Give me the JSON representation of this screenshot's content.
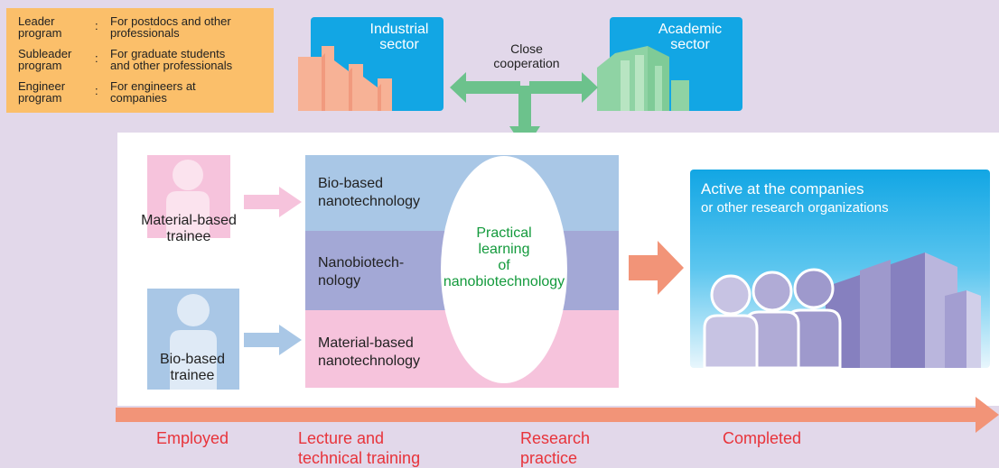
{
  "legend": {
    "rows": [
      {
        "name": "Leader\nprogram",
        "desc": "For postdocs and other\nprofessionals"
      },
      {
        "name": "Subleader\nprogram",
        "desc": "For graduate students\nand other professionals"
      },
      {
        "name": "Engineer\nprogram",
        "desc": "For engineers at\ncompanies"
      }
    ],
    "separator": ":"
  },
  "sectors": {
    "industrial": "Industrial\nsector",
    "academic": "Academic\nsector",
    "cooperation": "Close\ncooperation"
  },
  "trainees": {
    "material": "Material-based\ntrainee",
    "bio": "Bio-based\ntrainee"
  },
  "bands": [
    {
      "label": "Bio-based\nnanotechnology",
      "color": "#a9c7e6"
    },
    {
      "label": "Nanobiotech-\nnology",
      "color": "#a3a8d6"
    },
    {
      "label": "Material-based\nnanotechnology",
      "color": "#f6c3dc"
    }
  ],
  "center": "Practical\nlearning\nof\nnanobiotechnology",
  "outcome": {
    "title": "Active at the companies",
    "subtitle": "or other research organizations"
  },
  "stages": [
    "Employed",
    "Lecture and\ntechnical training",
    "Research\npractice",
    "Completed"
  ],
  "colors": {
    "background": "#e2d8ea",
    "legend": "#fbbf6a",
    "sector_blue": "#12a6e4",
    "green_arrow": "#6cc28c",
    "stage_red": "#e8333a",
    "timeline": "#f29478",
    "practical_green": "#139a3c"
  }
}
